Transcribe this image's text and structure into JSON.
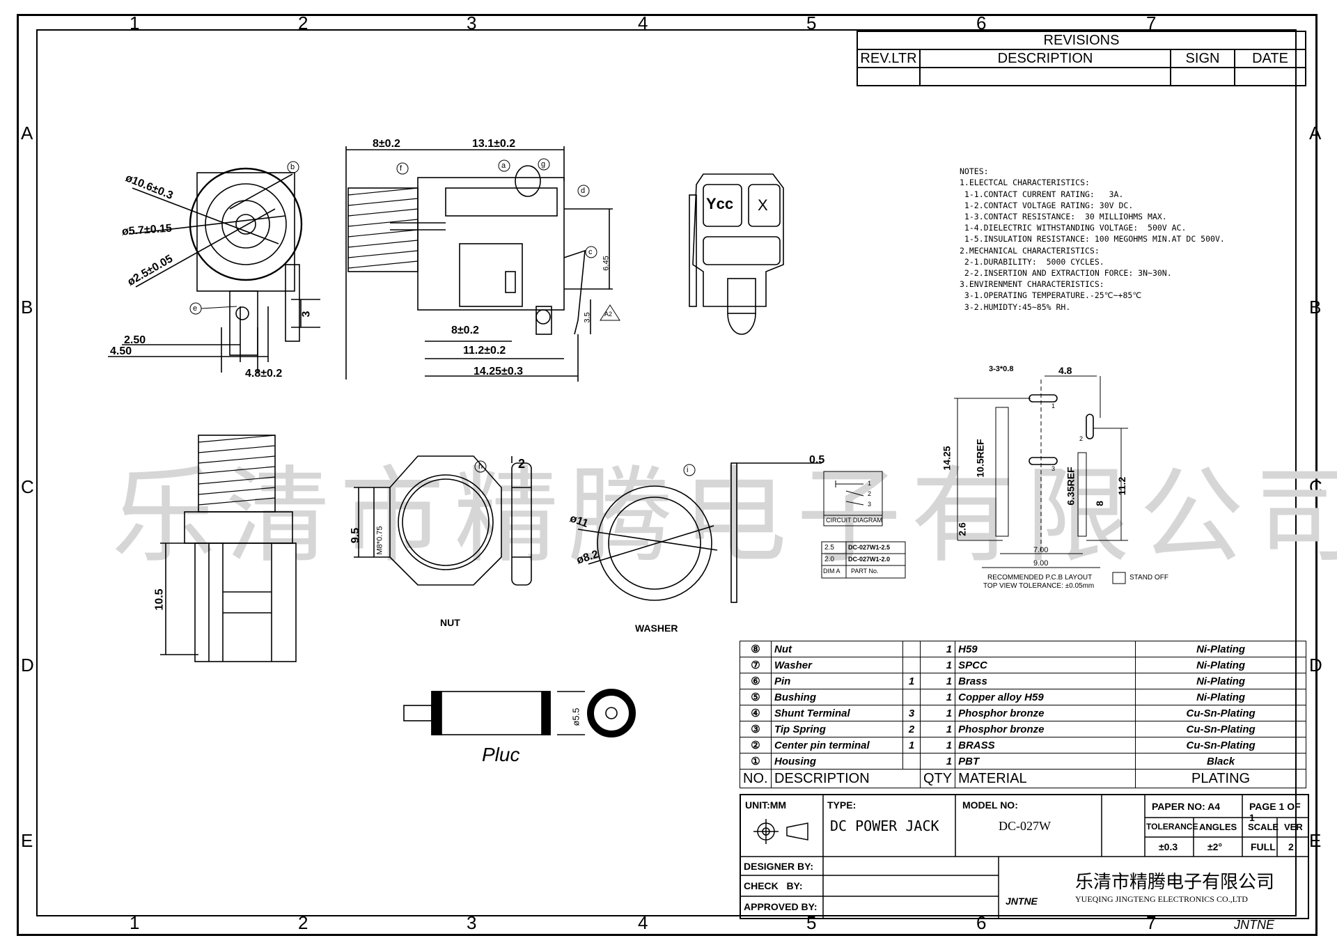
{
  "border": {
    "zone_numbers": [
      "1",
      "2",
      "3",
      "4",
      "5",
      "6",
      "7"
    ],
    "zone_letters": [
      "A",
      "B",
      "C",
      "D",
      "E"
    ],
    "corner_mark": "JNTNE"
  },
  "revisions": {
    "title": "REVISIONS",
    "headers": [
      "REV.LTR",
      "DESCRIPTION",
      "SIGN",
      "DATE"
    ]
  },
  "notes": {
    "lines": [
      "NOTES:",
      "1.ELECTCAL CHARACTERISTICS:",
      " 1-1.CONTACT CURRENT RATING:   3A.",
      " 1-2.CONTACT VOLTAGE RATING: 30V DC.",
      " 1-3.CONTACT RESISTANCE:  30 MILLIOHMS MAX.",
      " 1-4.DIELECTRIC WITHSTANDING VOLTAGE:  500V AC.",
      " 1-5.INSULATION RESISTANCE: 100 MEGOHMS MIN.AT DC 500V.",
      "2.MECHANICAL CHARACTERISTICS:",
      " 2-1.DURABILITY:  5000 CYCLES.",
      " 2-2.INSERTION AND EXTRACTION FORCE: 3N~30N.",
      "3.ENVIRENMENT CHARACTERISTICS:",
      " 3-1.OPERATING TEMPERATURE.-25℃~+85℃",
      " 3-2.HUMIDTY:45~85% RH."
    ]
  },
  "watermark": "乐清市精腾电子有限公司",
  "front_view": {
    "dims": [
      "ø10.6±0.3",
      "ø5.7±0.15",
      "ø2.5±0.05",
      "2.50",
      "4.50",
      "4.8±0.2",
      "3"
    ],
    "callouts": [
      "b",
      "e"
    ]
  },
  "side_view": {
    "dims": [
      "8±0.2",
      "13.1±0.2",
      "8±0.2",
      "11.2±0.2",
      "14.25±0.3",
      "6.45",
      "3.5"
    ],
    "callouts": [
      "f",
      "a",
      "g",
      "d",
      "c"
    ],
    "warning": "A2"
  },
  "rear_view": {
    "logo": "Ycc",
    "mark": "X"
  },
  "pcb_layout": {
    "dims": [
      "3-3*0.8",
      "4.8",
      "14.25",
      "10.5REF",
      "6.35REF",
      "11.2",
      "8",
      "2.6",
      "7.00",
      "9.00"
    ],
    "pins": [
      "1",
      "2",
      "3"
    ],
    "caption1": "RECOMMENDED P.C.B LAYOUT",
    "caption2": "TOP VIEW TOLERANCE: ±0.05mm",
    "standoff": "STAND OFF"
  },
  "bottom_view": {
    "dims": [
      "10.5"
    ]
  },
  "nut": {
    "label": "NUT",
    "dims": [
      "9.5",
      "M8*0.75",
      "2"
    ],
    "callout": "h"
  },
  "washer": {
    "label": "WASHER",
    "dims": [
      "ø11",
      "ø8.2",
      "0.5"
    ],
    "callout": "i"
  },
  "circuit": {
    "label": "CIRCUIT DIAGRAM",
    "pins": [
      "1",
      "2",
      "3"
    ],
    "table": [
      [
        "2.5",
        "DC-027W1-2.5"
      ],
      [
        "2.0",
        "DC-027W1-2.0"
      ],
      [
        "DIM A",
        "PART No."
      ]
    ]
  },
  "plug": {
    "label": "Pluc",
    "dim": "ø5.5"
  },
  "bom": {
    "rows": [
      {
        "no": "⑧",
        "desc": "Nut",
        "box": "",
        "qty": "1",
        "material": "H59",
        "plating": "Ni-Plating"
      },
      {
        "no": "⑦",
        "desc": "Washer",
        "box": "",
        "qty": "1",
        "material": "SPCC",
        "plating": "Ni-Plating"
      },
      {
        "no": "⑥",
        "desc": "Pin",
        "box": "1",
        "qty": "1",
        "material": "Brass",
        "plating": "Ni-Plating"
      },
      {
        "no": "⑤",
        "desc": "Bushing",
        "box": "",
        "qty": "1",
        "material": "Copper alloy H59",
        "plating": "Ni-Plating"
      },
      {
        "no": "④",
        "desc": "Shunt Terminal",
        "box": "3",
        "qty": "1",
        "material": "Phosphor bronze",
        "plating": "Cu-Sn-Plating"
      },
      {
        "no": "③",
        "desc": "Tip Spring",
        "box": "2",
        "qty": "1",
        "material": "Phosphor bronze",
        "plating": "Cu-Sn-Plating"
      },
      {
        "no": "②",
        "desc": "Center pin terminal",
        "box": "1",
        "qty": "1",
        "material": "BRASS",
        "plating": "Cu-Sn-Plating"
      },
      {
        "no": "①",
        "desc": "Housing",
        "box": "",
        "qty": "1",
        "material": "PBT",
        "plating": "Black"
      }
    ],
    "headers": {
      "no": "NO.",
      "desc": "DESCRIPTION",
      "qty": "QTY",
      "material": "MATERIAL",
      "plating": "PLATING"
    }
  },
  "title_block": {
    "unit": "UNIT:MM",
    "type_label": "TYPE:",
    "type_value": "DC POWER JACK",
    "model_label": "MODEL NO:",
    "model_value": "DC-027W",
    "paper": "PAPER NO: A4",
    "page": "PAGE 1 OF 1",
    "tolerance_label": "TOLERANCE",
    "angles_label": "ANGLES",
    "scale_label": "SCALE",
    "ver_label": "VER",
    "tolerance_value": "±0.3",
    "angles_value": "±2°",
    "scale_value": "FULL",
    "ver_value": "2",
    "designer": "DESIGNER BY:",
    "check": "CHECK   BY:",
    "approved": "APPROVED BY:",
    "company_cn": "乐清市精腾电子有限公司",
    "company_en": "YUEQING JINGTENG ELECTRONICS CO.,LTD",
    "logo_text": "JNTNE"
  }
}
